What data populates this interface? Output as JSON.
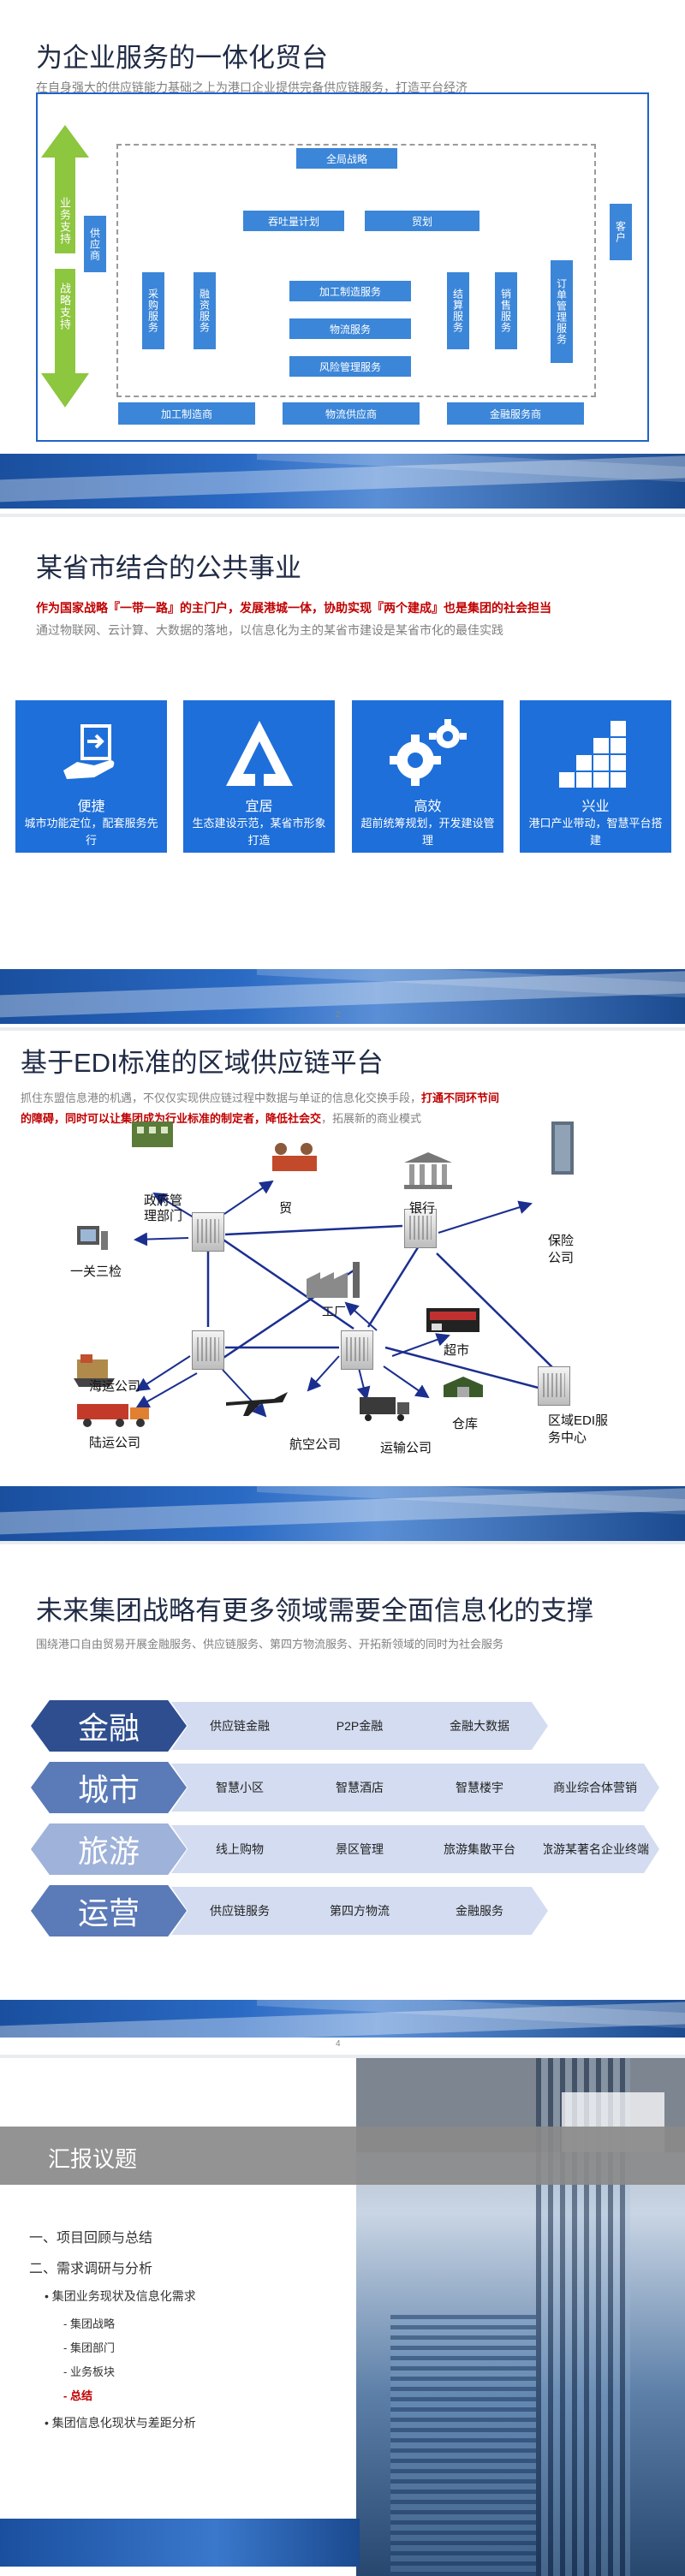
{
  "slide1": {
    "title": "为企业服务的一体化贸台",
    "subtitle": "在自身强大的供应链能力基础之上为港口企业提供完备供应链服务，打造平台经济",
    "arrow_up_label": "业务支持",
    "arrow_down_label": "战略支持",
    "left_side": "供应商",
    "right_side": "客户",
    "top1": "全局战略",
    "top2a": "吞吐量计划",
    "top2b": "贸划",
    "v1": "采购服务",
    "v2": "融资服务",
    "mid1": "加工制造服务",
    "mid2": "物流服务",
    "mid3": "风险管理服务",
    "v3": "结算服务",
    "v4": "销售服务",
    "v5": "订单管理服务",
    "bottom": [
      "加工制造商",
      "物流供应商",
      "金融服务商"
    ]
  },
  "slide2": {
    "title": "某省市结合的公共事业",
    "sub_red": "作为国家战略『一带一路』的主门户，发展港城一体，协助实现『两个建成』也是集团的社会担当",
    "sub_gray": "通过物联网、云计算、大数据的落地，以信息化为主的某省市建设是某省市化的最佳实践",
    "cards": [
      {
        "title": "便捷",
        "desc": "城市功能定位，配套服务先行"
      },
      {
        "title": "宜居",
        "desc": "生态建设示范，某省市形象打造"
      },
      {
        "title": "高效",
        "desc": "超前统筹规划，开发建设管理"
      },
      {
        "title": "兴业",
        "desc": "港口产业带动，智慧平台搭建"
      }
    ],
    "page": "2"
  },
  "slide3": {
    "title": "基于EDI标准的区域供应链平台",
    "line1": "抓住东盟信息港的机遇，不仅仅实现供应链过程中数据与单证的信息化交换手段，",
    "line1_red": "打通不同环节间",
    "line2_red": "的障碍，同时可以让集团成为行业标准的制定者，降低社会交",
    "line2_gray": "，拓展新的商业模式",
    "nodes": {
      "gov": "政府管理部门",
      "trade": "贸",
      "bank": "银行",
      "insure": "保险公司",
      "customs": "一关三检",
      "factory": "工厂",
      "market": "超市",
      "ship": "海运公司",
      "land": "陆运公司",
      "air": "航空公司",
      "transport": "运输公司",
      "warehouse": "仓库",
      "edi": "区域EDI服务中心"
    }
  },
  "slide4": {
    "title": "未来集团战略有更多领域需要全面信息化的支撑",
    "subtitle": "围绕港口自由贸易开展金融服务、供应链服务、第四方物流服务、开拓新领域的同时为社会服务",
    "rows": [
      {
        "label": "金融",
        "items": [
          "供应链金融",
          "P2P金融",
          "金融大数据"
        ]
      },
      {
        "label": "城市",
        "items": [
          "智慧小区",
          "智慧酒店",
          "智慧楼宇",
          "商业综合体营销"
        ]
      },
      {
        "label": "旅游",
        "items": [
          "线上购物",
          "景区管理",
          "旅游集散平台",
          "旅游某著名企业终端"
        ]
      },
      {
        "label": "运营",
        "items": [
          "供应链服务",
          "第四方物流",
          "金融服务"
        ]
      }
    ],
    "page": "4"
  },
  "slide5": {
    "title": "汇报议题",
    "item1": "一、项目回顾与总结",
    "item2": "二、需求调研与分析",
    "sub1": "集团业务现状及信息化需求",
    "s1a": "集团战略",
    "s1b": "集团部门",
    "s1c": "业务板块",
    "s1d": "总结",
    "sub2": "集团信息化现状与差距分析"
  },
  "colors": {
    "accent": "#1e6fd9",
    "red": "#c00000",
    "title": "#1f2a44"
  }
}
